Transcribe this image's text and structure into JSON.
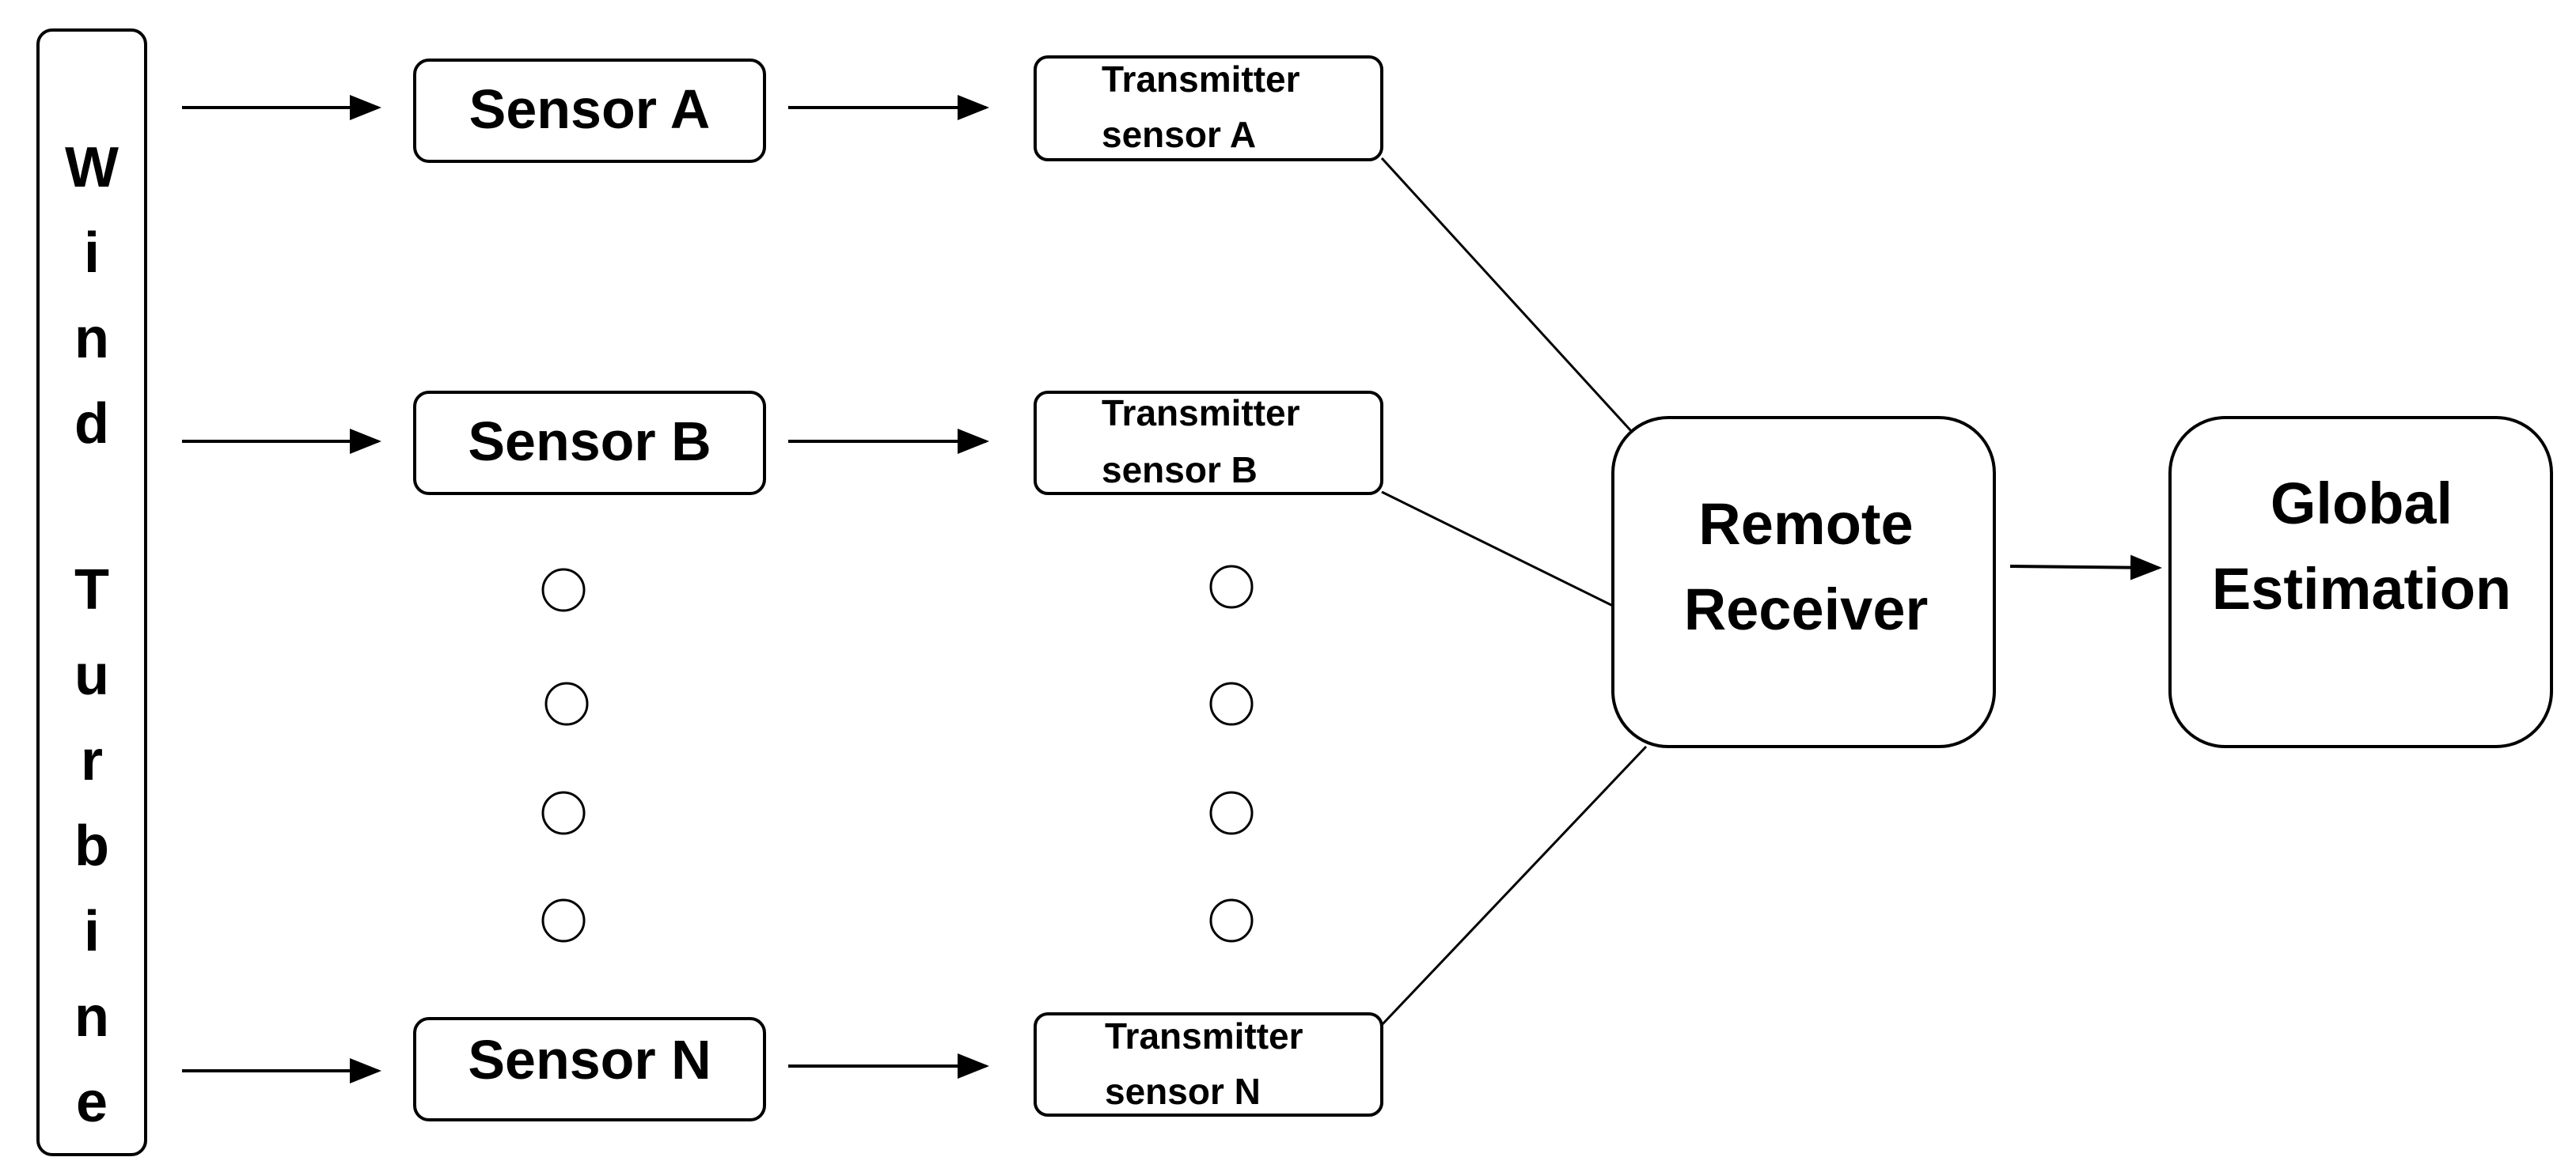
{
  "colors": {
    "stroke": "#000000",
    "fill": "#ffffff",
    "text": "#000000"
  },
  "turbine": {
    "letters": [
      "W",
      "i",
      "n",
      "d",
      "T",
      "u",
      "r",
      "b",
      "i",
      "n",
      "e"
    ]
  },
  "sensors": {
    "a": "Sensor A",
    "b": "Sensor B",
    "n": "Sensor N"
  },
  "transmitters": {
    "a": {
      "line1": "Transmitter",
      "line2": "sensor A"
    },
    "b": {
      "line1": "Transmitter",
      "line2": "sensor B"
    },
    "n": {
      "line1": "Transmitter",
      "line2": "sensor N"
    }
  },
  "receiver": {
    "line1": "Remote",
    "line2": "Receiver"
  },
  "estimation": {
    "line1": "Global",
    "line2": "Estimation"
  }
}
